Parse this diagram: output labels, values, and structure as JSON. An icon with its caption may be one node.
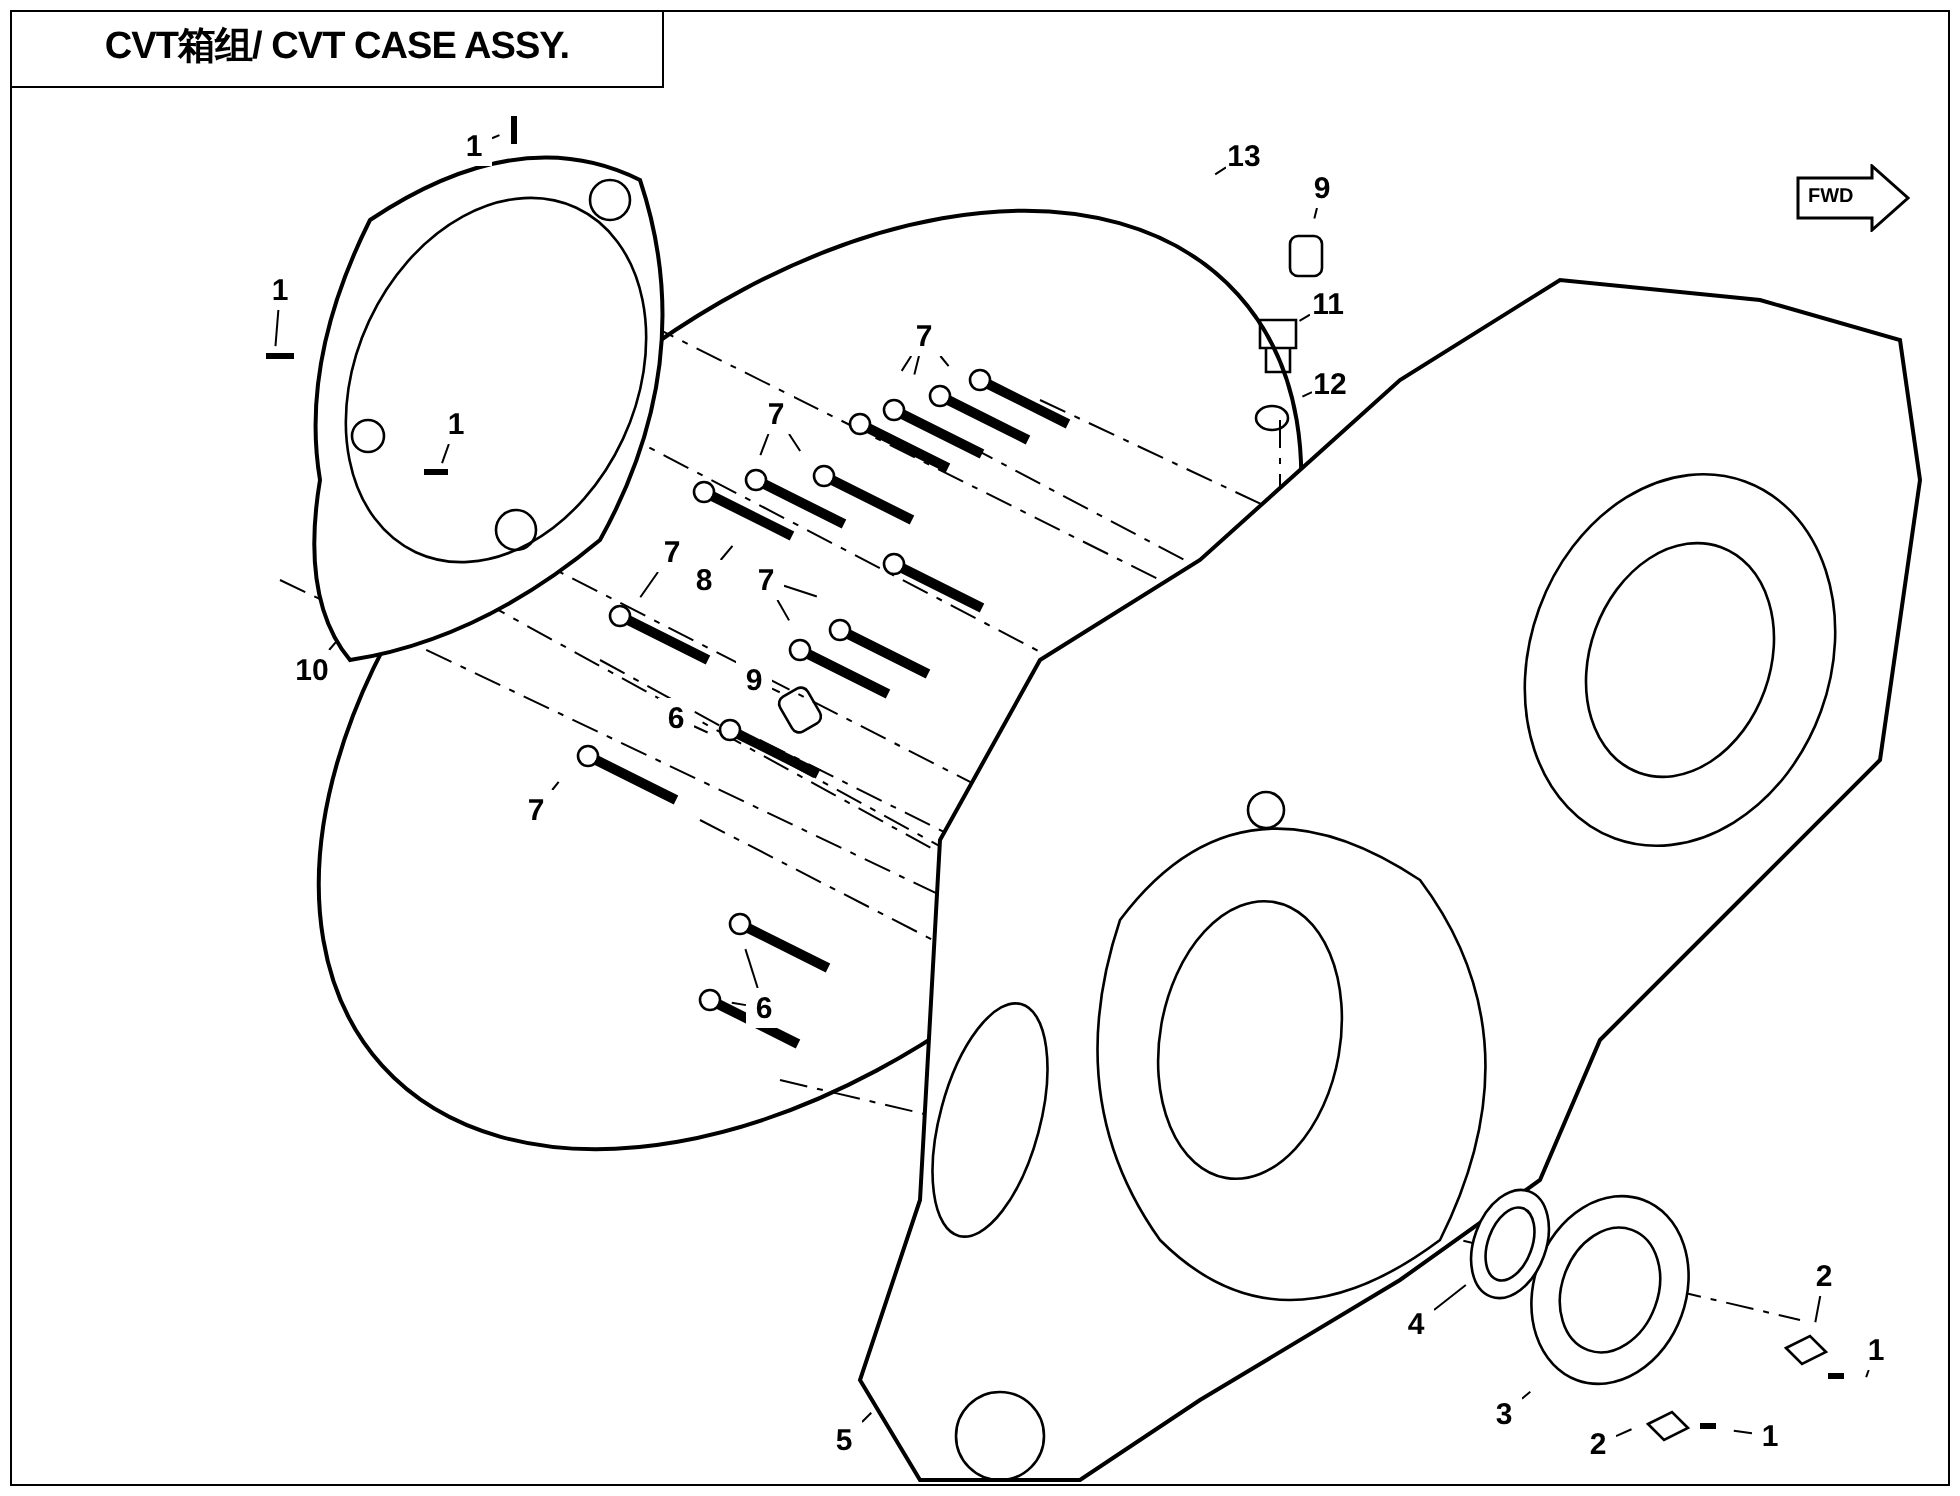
{
  "diagram": {
    "title": "CVT箱组/ CVT CASE ASSY.",
    "nodes": [
      {
        "text": [
          "1"
        ]
      },
      {
        "text": [
          "13"
        ]
      },
      {
        "text": [
          "9"
        ]
      },
      {
        "text": [
          "1"
        ]
      },
      {
        "text": [
          "11"
        ]
      },
      {
        "text": [
          "7"
        ]
      },
      {
        "text": [
          "12"
        ]
      },
      {
        "text": [
          "1"
        ]
      },
      {
        "text": [
          "7"
        ]
      },
      {
        "text": [
          "7"
        ]
      },
      {
        "text": [
          "8"
        ]
      },
      {
        "text": [
          "7"
        ]
      },
      {
        "text": [
          "10"
        ]
      },
      {
        "text": [
          "9"
        ]
      },
      {
        "text": [
          "6"
        ]
      },
      {
        "text": [
          "7"
        ]
      },
      {
        "text": [
          "6"
        ]
      },
      {
        "text": [
          "2"
        ]
      },
      {
        "text": [
          "4"
        ]
      },
      {
        "text": [
          "1"
        ]
      },
      {
        "text": [
          "3"
        ]
      },
      {
        "text": [
          "5"
        ]
      },
      {
        "text": [
          "2"
        ]
      },
      {
        "text": [
          "1"
        ]
      }
    ],
    "edges": [
      {
        "from": 0,
        "to": null,
        "arrow": "none"
      },
      {
        "from": 1,
        "to": null,
        "arrow": "none"
      },
      {
        "from": 2,
        "to": null,
        "arrow": "none"
      },
      {
        "from": 3,
        "to": null,
        "arrow": "none"
      },
      {
        "from": 4,
        "to": null,
        "arrow": "none"
      },
      {
        "from": 5,
        "to": null,
        "arrow": "none"
      },
      {
        "from": 5,
        "to": null,
        "arrow": "none"
      },
      {
        "from": 5,
        "to": null,
        "arrow": "none"
      },
      {
        "from": 6,
        "to": null,
        "arrow": "none"
      },
      {
        "from": 7,
        "to": null,
        "arrow": "none"
      },
      {
        "from": 8,
        "to": null,
        "arrow": "none"
      },
      {
        "from": 8,
        "to": null,
        "arrow": "none"
      },
      {
        "from": 9,
        "to": null,
        "arrow": "none"
      },
      {
        "from": 10,
        "to": null,
        "arrow": "none"
      },
      {
        "from": 11,
        "to": null,
        "arrow": "none"
      },
      {
        "from": 11,
        "to": null,
        "arrow": "none"
      },
      {
        "from": 12,
        "to": null,
        "arrow": "none"
      },
      {
        "from": 13,
        "to": null,
        "arrow": "none"
      },
      {
        "from": 14,
        "to": null,
        "arrow": "none"
      },
      {
        "from": 15,
        "to": null,
        "arrow": "none"
      },
      {
        "from": 16,
        "to": null,
        "arrow": "none"
      },
      {
        "from": 16,
        "to": null,
        "arrow": "none"
      },
      {
        "from": 17,
        "to": null,
        "arrow": "none"
      },
      {
        "from": 18,
        "to": null,
        "arrow": "none"
      },
      {
        "from": 19,
        "to": null,
        "arrow": "none"
      },
      {
        "from": 20,
        "to": null,
        "arrow": "none"
      },
      {
        "from": 21,
        "to": null,
        "arrow": "none"
      },
      {
        "from": 22,
        "to": null,
        "arrow": "none"
      },
      {
        "from": 23,
        "to": null,
        "arrow": "none"
      }
    ],
    "labels": [
      "FWD"
    ]
  }
}
